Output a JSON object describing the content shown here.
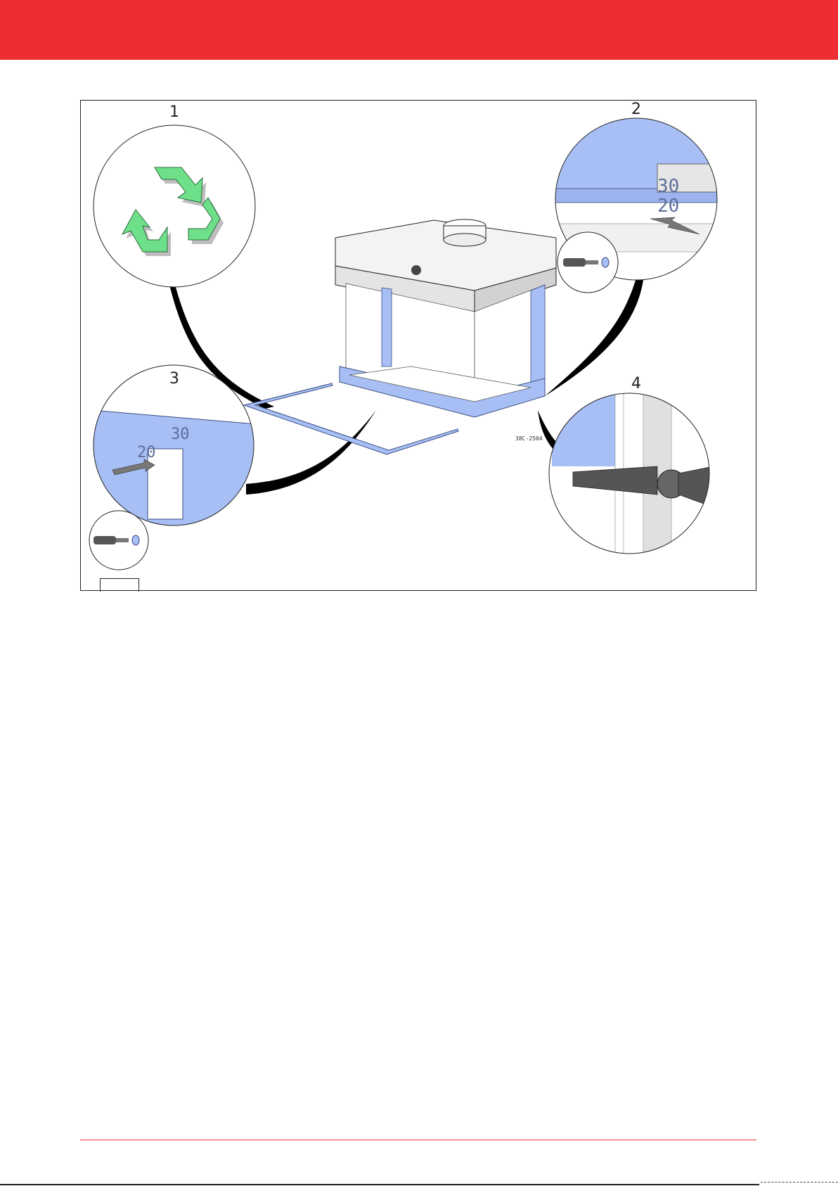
{
  "header": {
    "color": "#ee2d33"
  },
  "figure": {
    "steps": [
      "1",
      "2",
      "3",
      "4"
    ],
    "code": "38C-2504",
    "detail_labels": {
      "upper_mark": "30",
      "lower_mark": "20"
    },
    "icons": [
      "recycle-icon",
      "screwdriver-icon",
      "pliers-icon",
      "arrow-icon"
    ],
    "accent_blue": "#a8bff5",
    "recycle_green": "#6fe08a"
  },
  "footer": {
    "rule_color": "#ee2d33"
  }
}
